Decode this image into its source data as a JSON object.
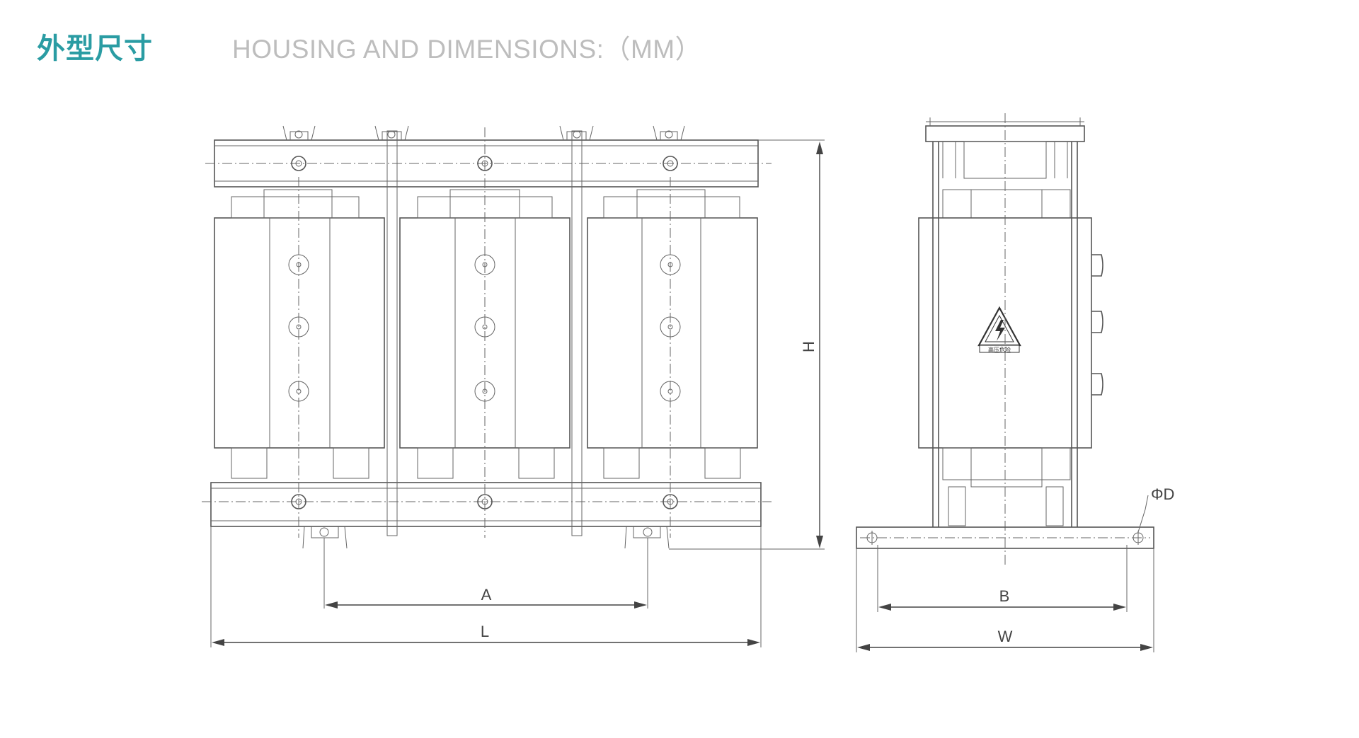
{
  "header": {
    "title_cn": "外型尺寸",
    "title_en": "HOUSING AND DIMENSIONS:（MM）"
  },
  "diagram": {
    "front_view": {
      "dimension_labels": {
        "height": "H",
        "hole_spacing": "A",
        "length": "L"
      }
    },
    "side_view": {
      "dimension_labels": {
        "hole_diameter": "ΦD",
        "hole_spacing": "B",
        "width": "W"
      },
      "warning_sign": {
        "text": "高压危险"
      }
    }
  },
  "colors": {
    "title_accent": "#2a9ca3",
    "subtitle": "#bdbdbd",
    "line": "#555555"
  }
}
